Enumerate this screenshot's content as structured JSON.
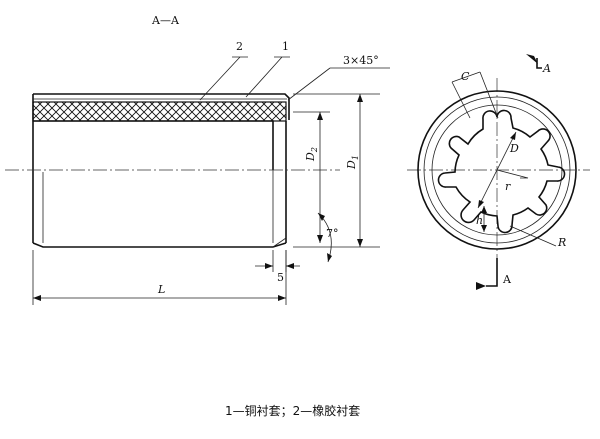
{
  "section_title": "A—A",
  "labels": {
    "part1": "1",
    "part2": "2",
    "chamfer": "3×45°",
    "d2": "D",
    "d2_sub": "2",
    "d1": "D",
    "d1_sub": "1",
    "angle": "7°",
    "length": "L",
    "dim5": "5",
    "c": "C",
    "d": "D",
    "r_small": "r",
    "h": "h",
    "r_big": "R",
    "section_a_top": "A",
    "section_a_bottom": "A"
  },
  "caption": "1—铜衬套；2—橡胶衬套"
}
